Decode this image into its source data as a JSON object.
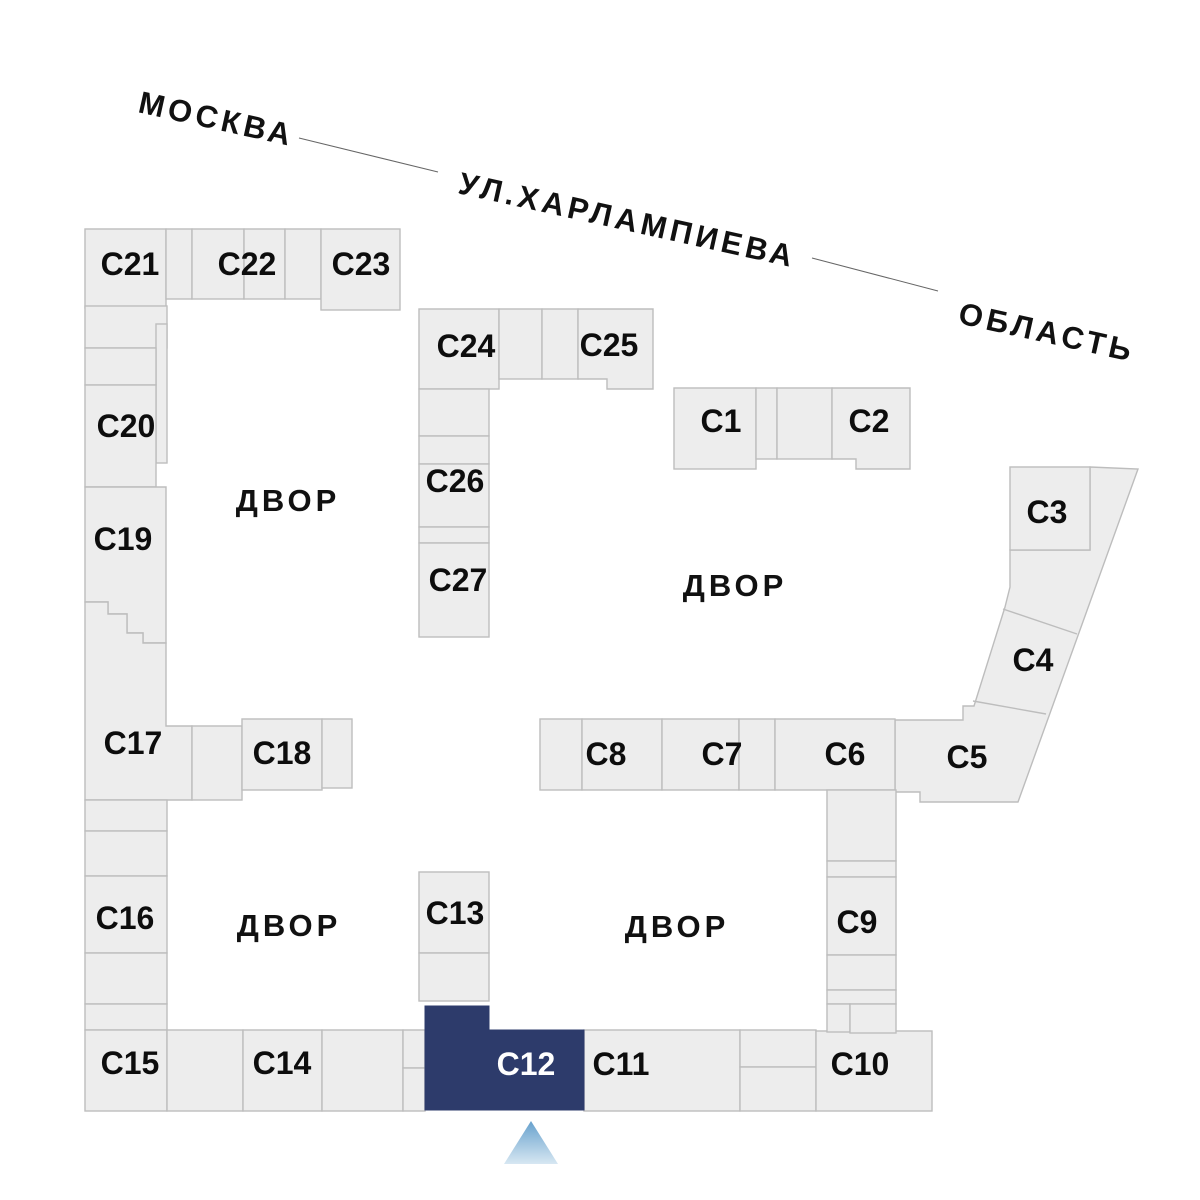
{
  "map": {
    "street_labels": {
      "left": "МОСКВА",
      "middle": "УЛ.ХАРЛАМПИЕВА",
      "right": "ОБЛАСТЬ"
    },
    "courtyard_label": "ДВОР",
    "selected_block": "С12",
    "blocks": {
      "c1": "С1",
      "c2": "С2",
      "c3": "С3",
      "c4": "С4",
      "c5": "С5",
      "c6": "С6",
      "c7": "С7",
      "c8": "С8",
      "c9": "С9",
      "c10": "С10",
      "c11": "С11",
      "c12": "С12",
      "c13": "С13",
      "c14": "С14",
      "c15": "С15",
      "c16": "С16",
      "c17": "С17",
      "c18": "С18",
      "c19": "С19",
      "c20": "С20",
      "c21": "С21",
      "c22": "С22",
      "c23": "С23",
      "c24": "С24",
      "c25": "С25",
      "c26": "С26",
      "c27": "С27"
    },
    "colors": {
      "block_fill": "#ededed",
      "block_stroke": "#bdbdbd",
      "highlight": "#2d3b6b",
      "highlight_text": "#ffffff",
      "pointer_top": "#67a1cd",
      "pointer_bottom": "#d7e7f2"
    }
  }
}
